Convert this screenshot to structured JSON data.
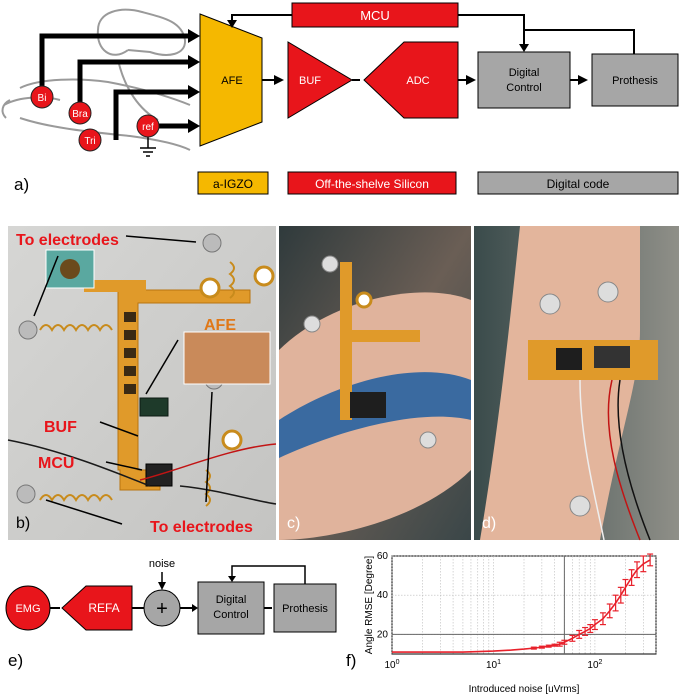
{
  "panel_a": {
    "electrodes": [
      "Bi",
      "Bra",
      "Tri",
      "ref"
    ],
    "afe": "AFE",
    "buf": "BUF",
    "adc": "ADC",
    "mcu": "MCU",
    "digital_control": [
      "Digital",
      "Control"
    ],
    "prothesis": "Prothesis",
    "legend": {
      "igzo": "a-IGZO",
      "silicon": "Off-the-shelve Silicon",
      "digital": "Digital code"
    },
    "label": "a)"
  },
  "panel_b": {
    "to_electrodes_top": "To electrodes",
    "afe": "AFE",
    "buf": "BUF",
    "mcu": "MCU",
    "to_electrodes_bottom": "To electrodes",
    "label": "b)"
  },
  "panel_c": {
    "label": "c)"
  },
  "panel_d": {
    "label": "d)"
  },
  "panel_e": {
    "emg": "EMG",
    "refa": "REFA",
    "noise": "noise",
    "plus": "+",
    "digital_control": [
      "Digital",
      "Control"
    ],
    "prothesis": "Prothesis",
    "label": "e)"
  },
  "panel_f": {
    "label": "f)",
    "chart_data": {
      "type": "line",
      "xlabel": "Introduced noise [uVrms]",
      "ylabel": "Angle RMSE [Degree]",
      "x_scale": "log",
      "xlim": [
        1,
        400
      ],
      "ylim": [
        10,
        60
      ],
      "x_ticks": [
        "10^0",
        "10^1",
        "10^2"
      ],
      "y_ticks": [
        20,
        40,
        60
      ],
      "grid": true,
      "reference_lines": {
        "vertical_x": 50,
        "horizontal_y": 20
      },
      "series": [
        {
          "color": "#e8212b",
          "x": [
            1,
            2,
            5,
            10,
            15,
            20,
            25,
            30,
            35,
            40,
            45,
            50,
            60,
            70,
            80,
            90,
            100,
            120,
            140,
            160,
            180,
            200,
            230,
            260,
            300,
            350
          ],
          "y": [
            11,
            11,
            11,
            11.5,
            12,
            12.5,
            13,
            13.5,
            14,
            14.5,
            15,
            16,
            18,
            20,
            21.5,
            23,
            25,
            28,
            32,
            36,
            40,
            44,
            49,
            53,
            56,
            58
          ],
          "err": [
            0,
            0,
            0,
            0,
            0,
            0,
            0.5,
            0.5,
            0.5,
            0.5,
            1,
            1,
            1.5,
            2,
            2,
            2,
            2.5,
            3,
            3.5,
            4,
            4,
            4,
            4,
            4,
            4,
            3
          ]
        }
      ]
    }
  },
  "colors": {
    "igzo": "#f5b800",
    "silicon": "#e8151b",
    "digital": "#a6a6a6",
    "line": "#000000"
  }
}
